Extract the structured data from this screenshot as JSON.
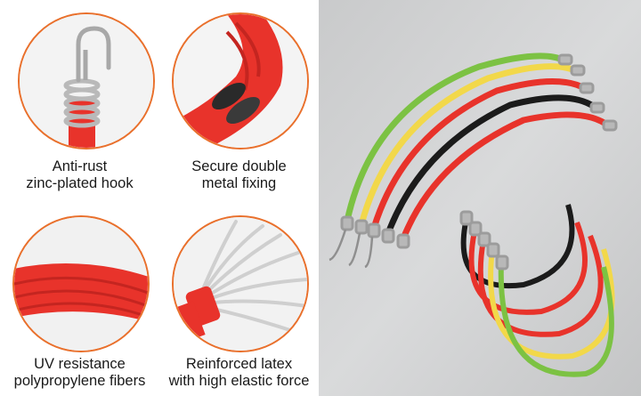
{
  "features": [
    {
      "id": "hook",
      "line1": "Anti-rust",
      "line2": "zinc-plated hook"
    },
    {
      "id": "fixing",
      "line1": "Secure double",
      "line2": "metal fixing"
    },
    {
      "id": "fibers",
      "line1": "UV resistance",
      "line2": "polypropylene fibers"
    },
    {
      "id": "latex",
      "line1": "Reinforced latex",
      "line2": "with high elastic force"
    }
  ],
  "colors": {
    "accent": "#e9702c",
    "cord_green": "#7cc243",
    "cord_yellow": "#f2d84a",
    "cord_red": "#e8332b",
    "cord_black": "#1b1b1b"
  },
  "icons": [
    "hook-closeup",
    "double-fixing-closeup",
    "fiber-closeup",
    "latex-strands-closeup",
    "bungee-cords-photo"
  ]
}
